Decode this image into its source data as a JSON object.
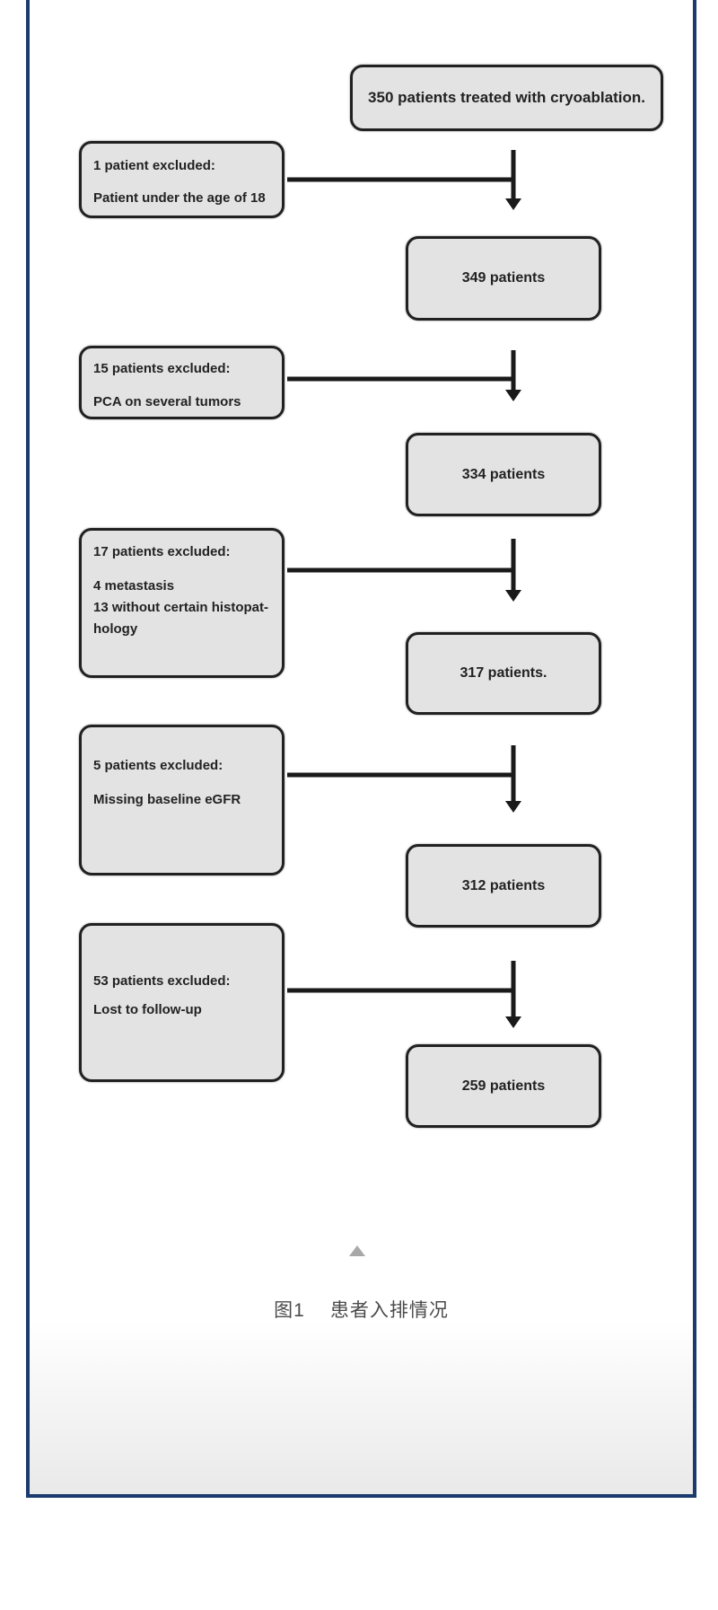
{
  "figure": {
    "flow_boxes": [
      {
        "label": "350 patients treated with cryoablation."
      },
      {
        "label": "349 patients"
      },
      {
        "label": "334 patients"
      },
      {
        "label": "317 patients."
      },
      {
        "label": "312 patients"
      },
      {
        "label": "259 patients"
      }
    ],
    "exclusion_boxes": [
      {
        "title": "1 patient excluded:",
        "lines": [
          "Patient under the age of 18"
        ]
      },
      {
        "title": "15 patients excluded:",
        "lines": [
          "PCA on several tumors"
        ]
      },
      {
        "title": "17 patients excluded:",
        "lines": [
          "4 metastasis",
          "13 without certain histopat-",
          "hology"
        ]
      },
      {
        "title": "5 patients excluded:",
        "lines": [
          "Missing baseline eGFR"
        ]
      },
      {
        "title": "53 patients excluded:",
        "lines": [
          "Lost to follow-up"
        ]
      }
    ]
  },
  "caption": {
    "label": "图1",
    "text": "患者入排情况"
  },
  "ui": {
    "collapse_icon": "up-triangle"
  },
  "colors": {
    "frame_border": "#1b3a6d",
    "box_fill": "#e3e3e3",
    "box_border": "#212121",
    "connector_line": "#1a1a1a",
    "caption_text": "#4b4b4b",
    "triangle": "#a8a8a8",
    "bottom_gradient_end": "#e9e9e9"
  }
}
